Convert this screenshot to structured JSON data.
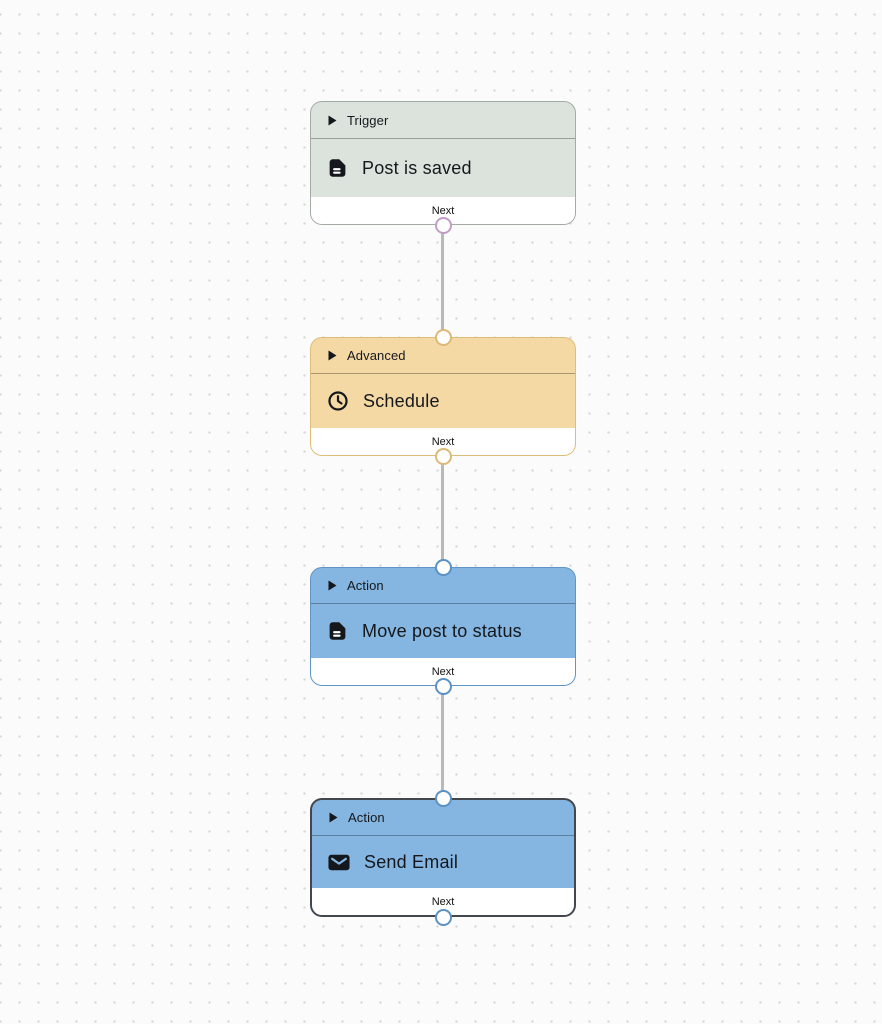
{
  "canvas": {
    "background": "#fbfbfb",
    "dot_color": "#d7d7d7",
    "edge_color": "#b9b9ba"
  },
  "nodes": [
    {
      "category": "Trigger",
      "title": "Post is saved",
      "icon": "document-icon",
      "next_label": "Next",
      "colors": {
        "fill": "#dce3dc",
        "border": "#a3aba3",
        "port_out": "#c29bc6"
      }
    },
    {
      "category": "Advanced",
      "title": "Schedule",
      "icon": "clock-icon",
      "next_label": "Next",
      "colors": {
        "fill": "#f4d9a4",
        "border": "#ddbd77",
        "port_in": "#dcb879",
        "port_out": "#dcb879"
      }
    },
    {
      "category": "Action",
      "title": "Move post to status",
      "icon": "document-icon",
      "next_label": "Next",
      "colors": {
        "fill": "#85b5e1",
        "border": "#5e95c6",
        "port_in": "#5a92c5",
        "port_out": "#5a92c5"
      }
    },
    {
      "category": "Action",
      "title": "Send Email",
      "icon": "mail-icon",
      "next_label": "Next",
      "selected": true,
      "colors": {
        "fill": "#85b5e1",
        "border": "#42474d",
        "port_in": "#5a92c5",
        "port_out": "#5a92c5"
      }
    }
  ],
  "edges": [
    {
      "from": "Post is saved",
      "to": "Schedule"
    },
    {
      "from": "Schedule",
      "to": "Move post to status"
    },
    {
      "from": "Move post to status",
      "to": "Send Email"
    }
  ]
}
